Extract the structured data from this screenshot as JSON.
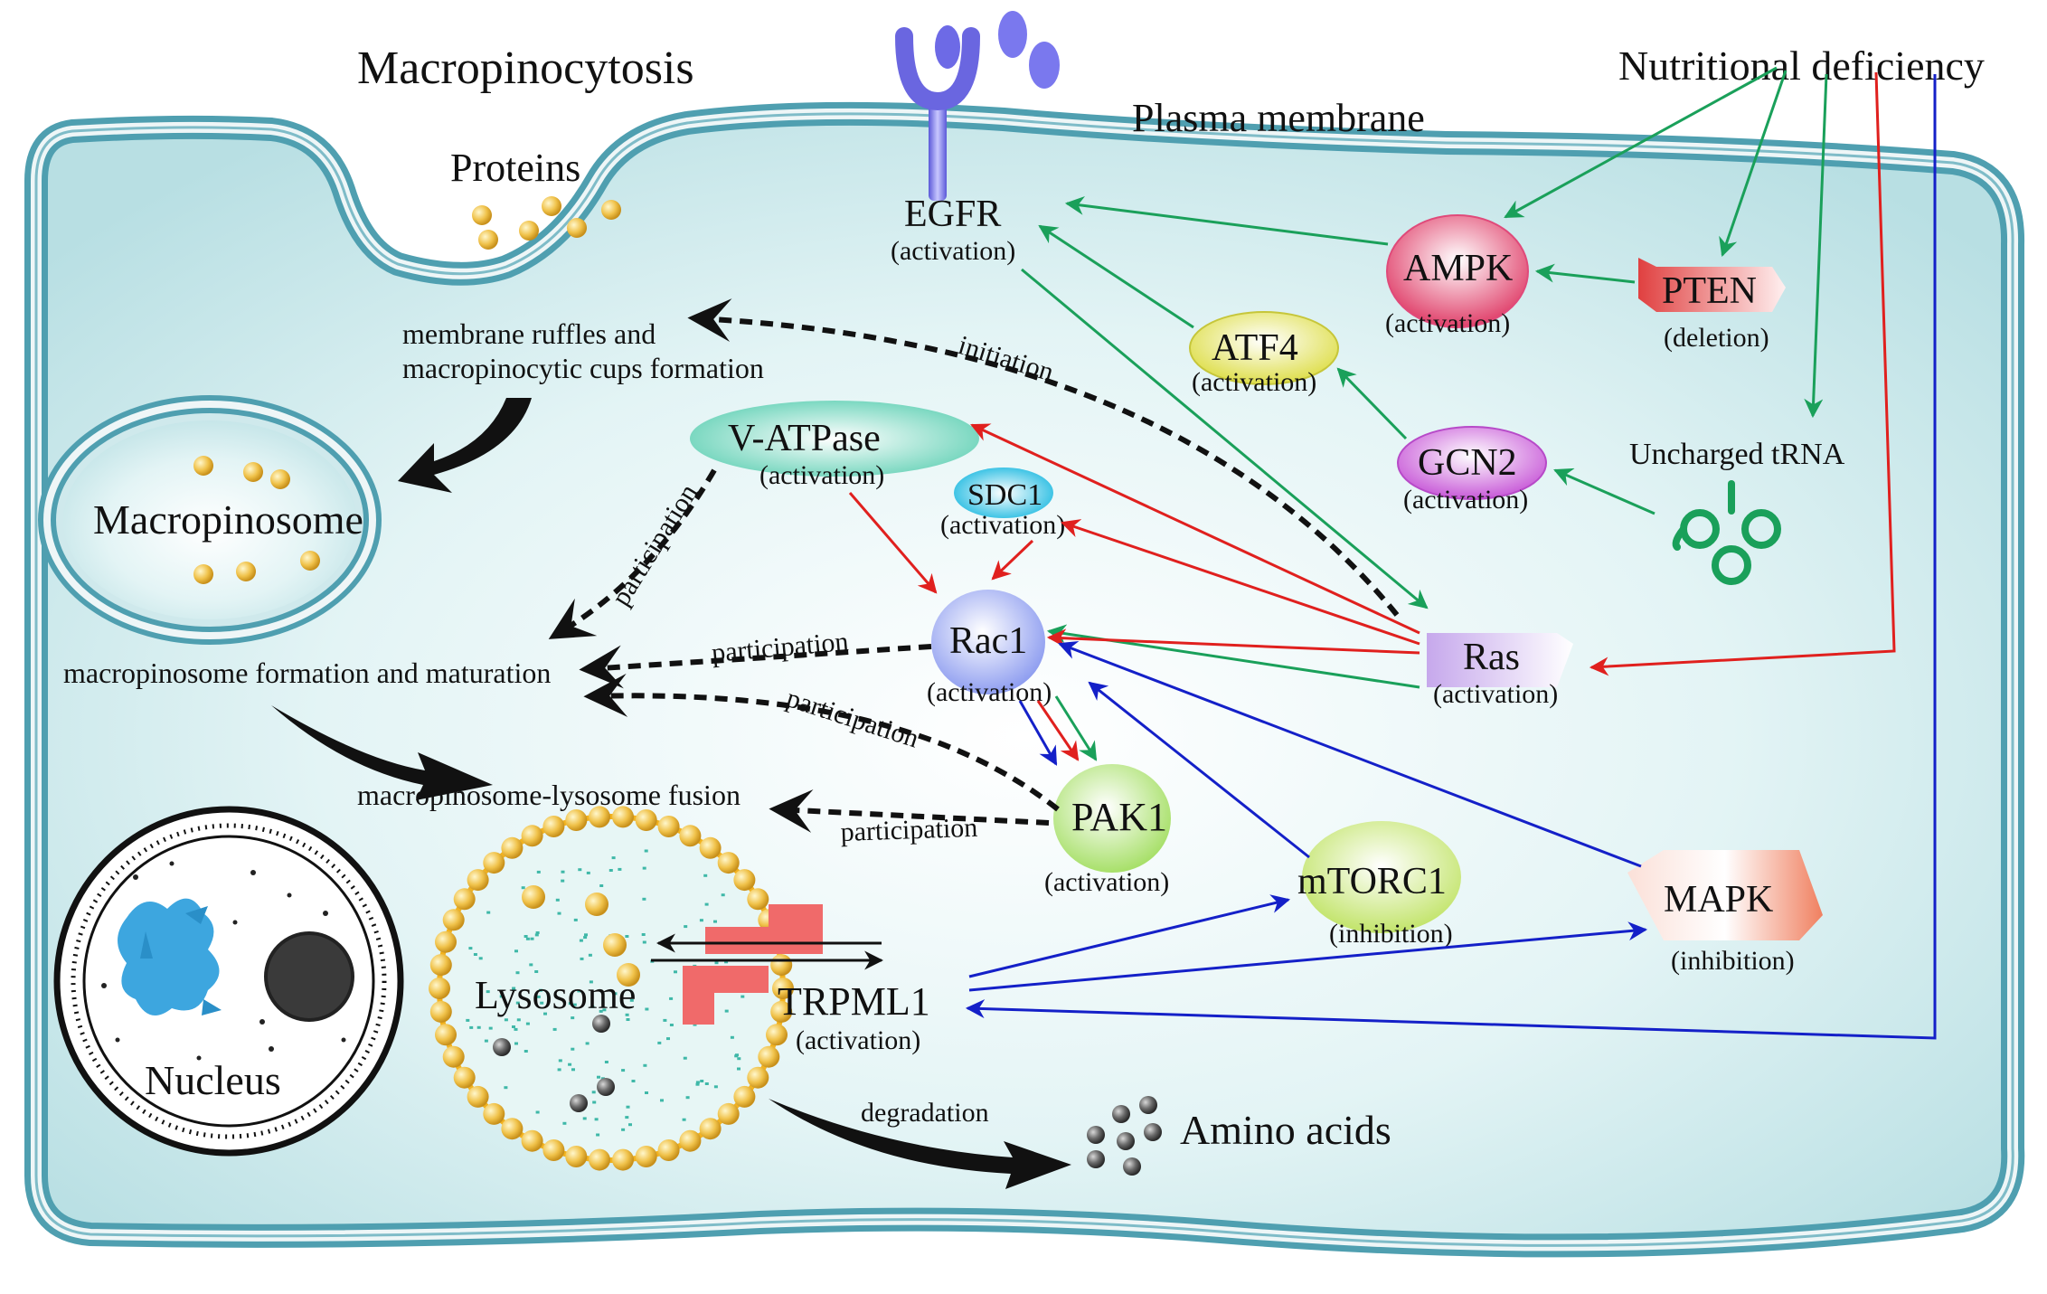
{
  "diagram": {
    "title": "Macropinocytosis",
    "labels": {
      "plasma_membrane": "Plasma membrane",
      "nutritional_deficiency": "Nutritional deficiency",
      "proteins": "Proteins",
      "membrane_ruffles_line1": "membrane ruffles and",
      "membrane_ruffles_line2": "macropinocytic cups formation",
      "macropinosome": "Macropinosome",
      "macropinosome_formation": "macropinosome formation and maturation",
      "macropinosome_lysosome_fusion": "macropinosome-lysosome fusion",
      "lysosome": "Lysosome",
      "nucleus": "Nucleus",
      "amino_acids": "Amino acids",
      "uncharged_trna": "Uncharged tRNA"
    },
    "nodes": {
      "egfr": {
        "name": "EGFR",
        "state": "(activation)"
      },
      "ampk": {
        "name": "AMPK",
        "state": "(activation)"
      },
      "pten": {
        "name": "PTEN",
        "state": "(deletion)"
      },
      "atf4": {
        "name": "ATF4",
        "state": "(activation)"
      },
      "gcn2": {
        "name": "GCN2",
        "state": "(activation)"
      },
      "vatpase": {
        "name": "V-ATPase",
        "state": "(activation)"
      },
      "sdc1": {
        "name": "SDC1",
        "state": "(activation)"
      },
      "rac1": {
        "name": "Rac1",
        "state": "(activation)"
      },
      "ras": {
        "name": "Ras",
        "state": "(activation)"
      },
      "pak1": {
        "name": "PAK1",
        "state": "(activation)"
      },
      "mtorc1": {
        "name": "mTORC1",
        "state": "(inhibition)"
      },
      "mapk": {
        "name": "MAPK",
        "state": "(inhibition)"
      },
      "trpml1": {
        "name": "TRPML1",
        "state": "(activation)"
      }
    },
    "edge_labels": {
      "initiation": "initiation",
      "participation_vatpase": "participation",
      "participation_rac1": "participation",
      "participation_pak1_upper": "participation",
      "participation_pak1_lower": "participation",
      "degradation": "degradation"
    },
    "colors": {
      "cytoplasm": "#d6eef0",
      "membrane": "#5aa7b4",
      "green_arrow": "#1aa05a",
      "red_arrow": "#e0201e",
      "blue_arrow": "#1420c8",
      "black_arrow": "#111111",
      "vesicle": "#f2b21e"
    }
  }
}
